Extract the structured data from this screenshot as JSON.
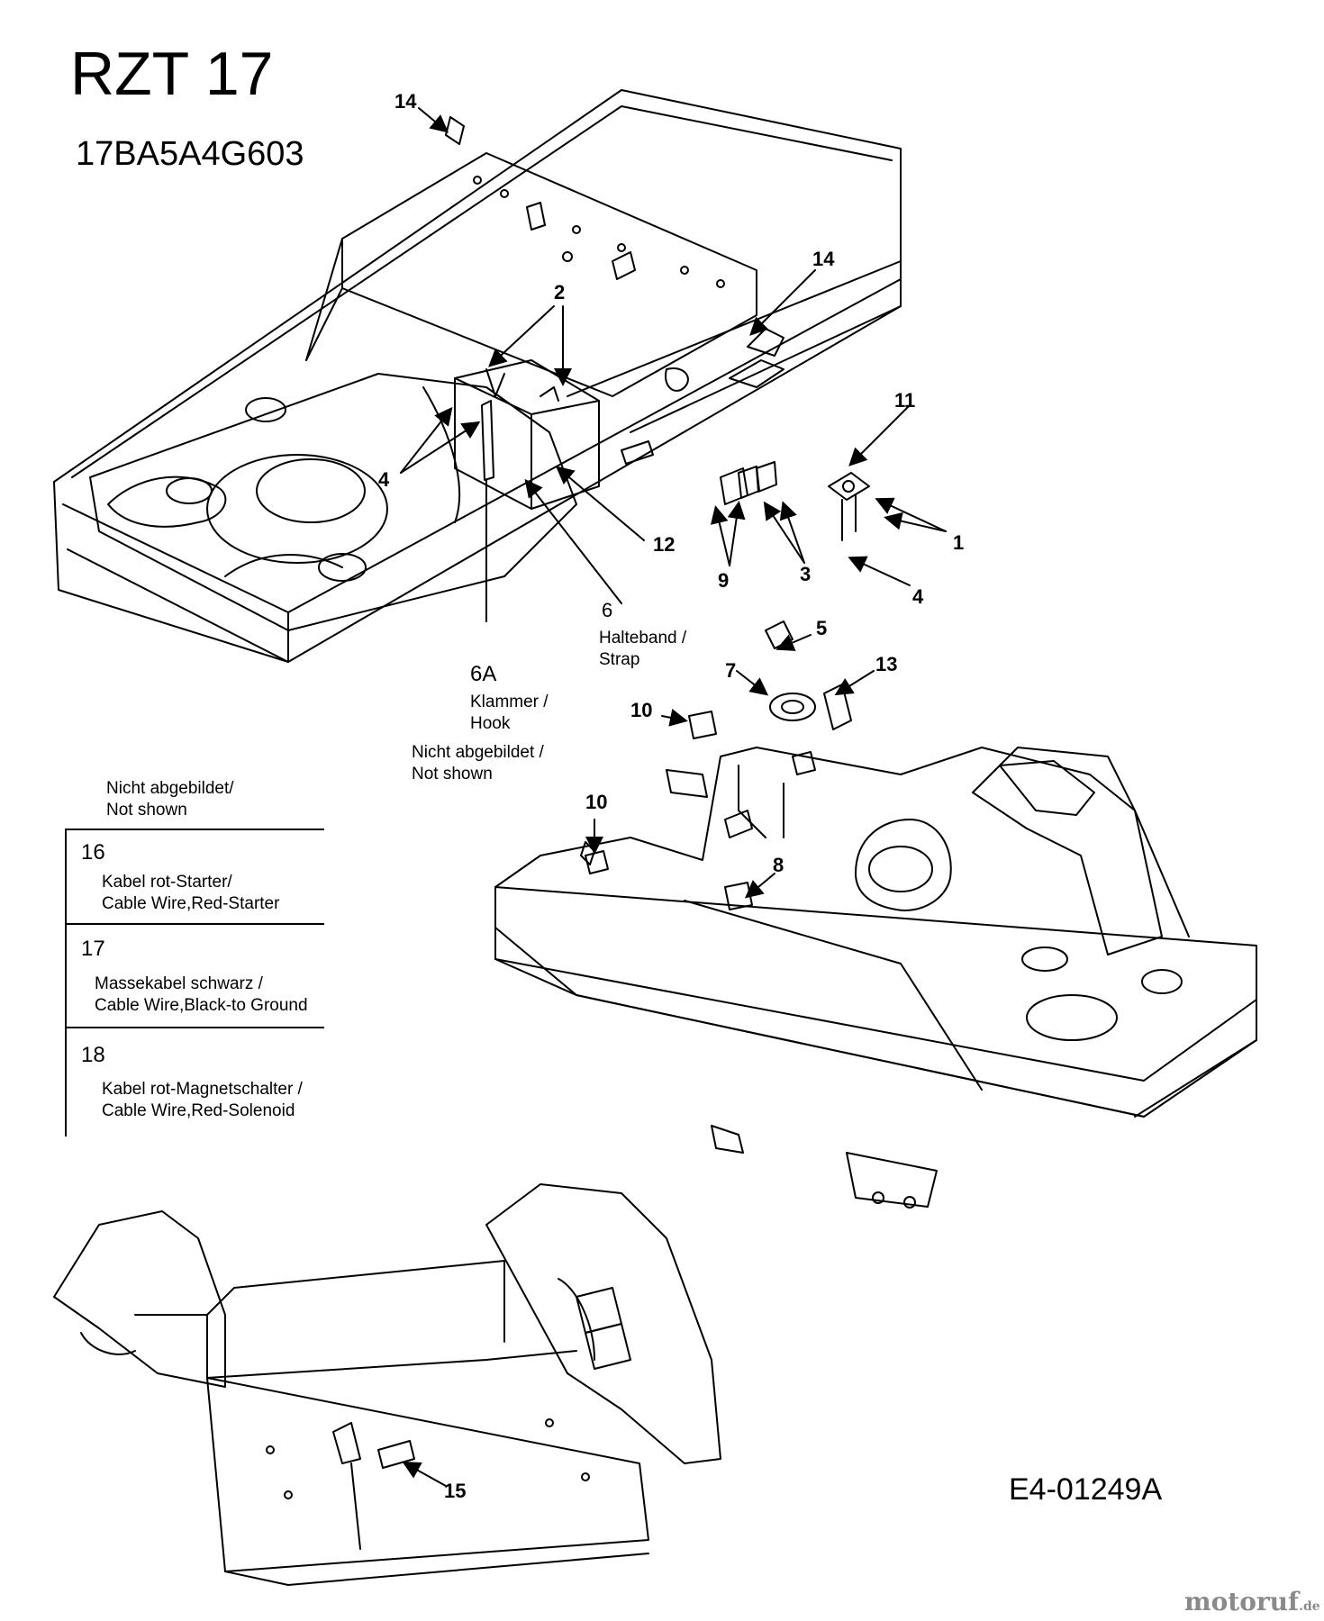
{
  "diagram": {
    "model_title": "RZT 17",
    "model_number": "17BA5A4G603",
    "drawing_code": "E4-01249A",
    "watermark": "motoruf",
    "watermark_suffix": ".de"
  },
  "callouts": [
    {
      "id": "c14a",
      "label": "14"
    },
    {
      "id": "c2",
      "label": "2"
    },
    {
      "id": "c14b",
      "label": "14"
    },
    {
      "id": "c11",
      "label": "11"
    },
    {
      "id": "c4a",
      "label": "4"
    },
    {
      "id": "c12",
      "label": "12"
    },
    {
      "id": "c1",
      "label": "1"
    },
    {
      "id": "c9",
      "label": "9"
    },
    {
      "id": "c3",
      "label": "3"
    },
    {
      "id": "c4b",
      "label": "4"
    },
    {
      "id": "c6",
      "label": "6"
    },
    {
      "id": "c6a",
      "label": "6A"
    },
    {
      "id": "c5",
      "label": "5"
    },
    {
      "id": "c7",
      "label": "7"
    },
    {
      "id": "c13",
      "label": "13"
    },
    {
      "id": "c10a",
      "label": "10"
    },
    {
      "id": "c10b",
      "label": "10"
    },
    {
      "id": "c8",
      "label": "8"
    },
    {
      "id": "c15",
      "label": "15"
    }
  ],
  "notes": {
    "strap_de": "Halteband /",
    "strap_en": "Strap",
    "hook_de": "Klammer /",
    "hook_en": "Hook",
    "not_shown_de": "Nicht abgebildet /",
    "not_shown_en": "Not shown"
  },
  "not_shown_table": {
    "header_de": "Nicht abgebildet/",
    "header_en": "Not shown",
    "rows": [
      {
        "number": "16",
        "desc_de": "Kabel rot-Starter/",
        "desc_en": "Cable Wire,Red-Starter"
      },
      {
        "number": "17",
        "desc_de": "Massekabel schwarz /",
        "desc_en": "Cable Wire,Black-to Ground"
      },
      {
        "number": "18",
        "desc_de": "Kabel rot-Magnetschalter /",
        "desc_en": "Cable Wire,Red-Solenoid"
      }
    ]
  }
}
